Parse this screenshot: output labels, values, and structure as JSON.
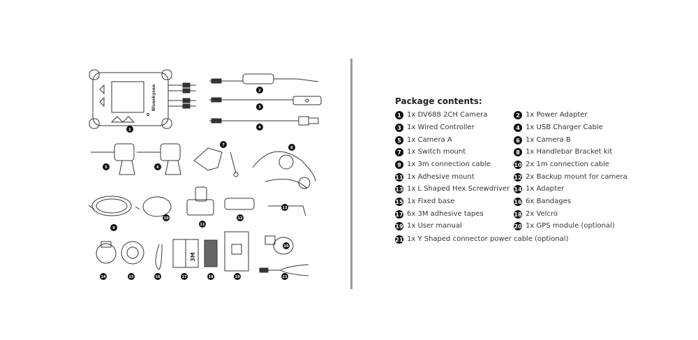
{
  "heading": "Package contents:",
  "brand_mark": "Blueskysea",
  "items": [
    {
      "num": "1",
      "text": "1x DV688 2CH Camera"
    },
    {
      "num": "2",
      "text": "1x Power Adapter"
    },
    {
      "num": "3",
      "text": "1x Wired Controller"
    },
    {
      "num": "4",
      "text": "1x USB Charger Cable"
    },
    {
      "num": "5",
      "text": "1x Camera A"
    },
    {
      "num": "6",
      "text": "1x Camera B"
    },
    {
      "num": "7",
      "text": "1x Switch mount"
    },
    {
      "num": "8",
      "text": "1x Handlebar Bracket kit"
    },
    {
      "num": "9",
      "text": "1x 3m connection cable"
    },
    {
      "num": "10",
      "text": "2x 1m connection cable"
    },
    {
      "num": "11",
      "text": "1x Adhesive mount"
    },
    {
      "num": "12",
      "text": "2x Backup mount for camera"
    },
    {
      "num": "13",
      "text": "1x L Shaped Hex Screwdriver"
    },
    {
      "num": "14",
      "text": "1x Adapter"
    },
    {
      "num": "15",
      "text": "1x Fixed base"
    },
    {
      "num": "16",
      "text": "6x Bandages"
    },
    {
      "num": "17",
      "text": "6x 3M adhesive tapes"
    },
    {
      "num": "18",
      "text": "2x Velcro"
    },
    {
      "num": "19",
      "text": "1x User manual"
    },
    {
      "num": "20",
      "text": "1x GPS module (optional)"
    },
    {
      "num": "21",
      "text": "1x Y Shaped connector power cable (optional)"
    }
  ],
  "tape_label": "3M",
  "colors": {
    "ink": "#222222",
    "divider": "#9a9a9a",
    "badge": "#111111"
  }
}
